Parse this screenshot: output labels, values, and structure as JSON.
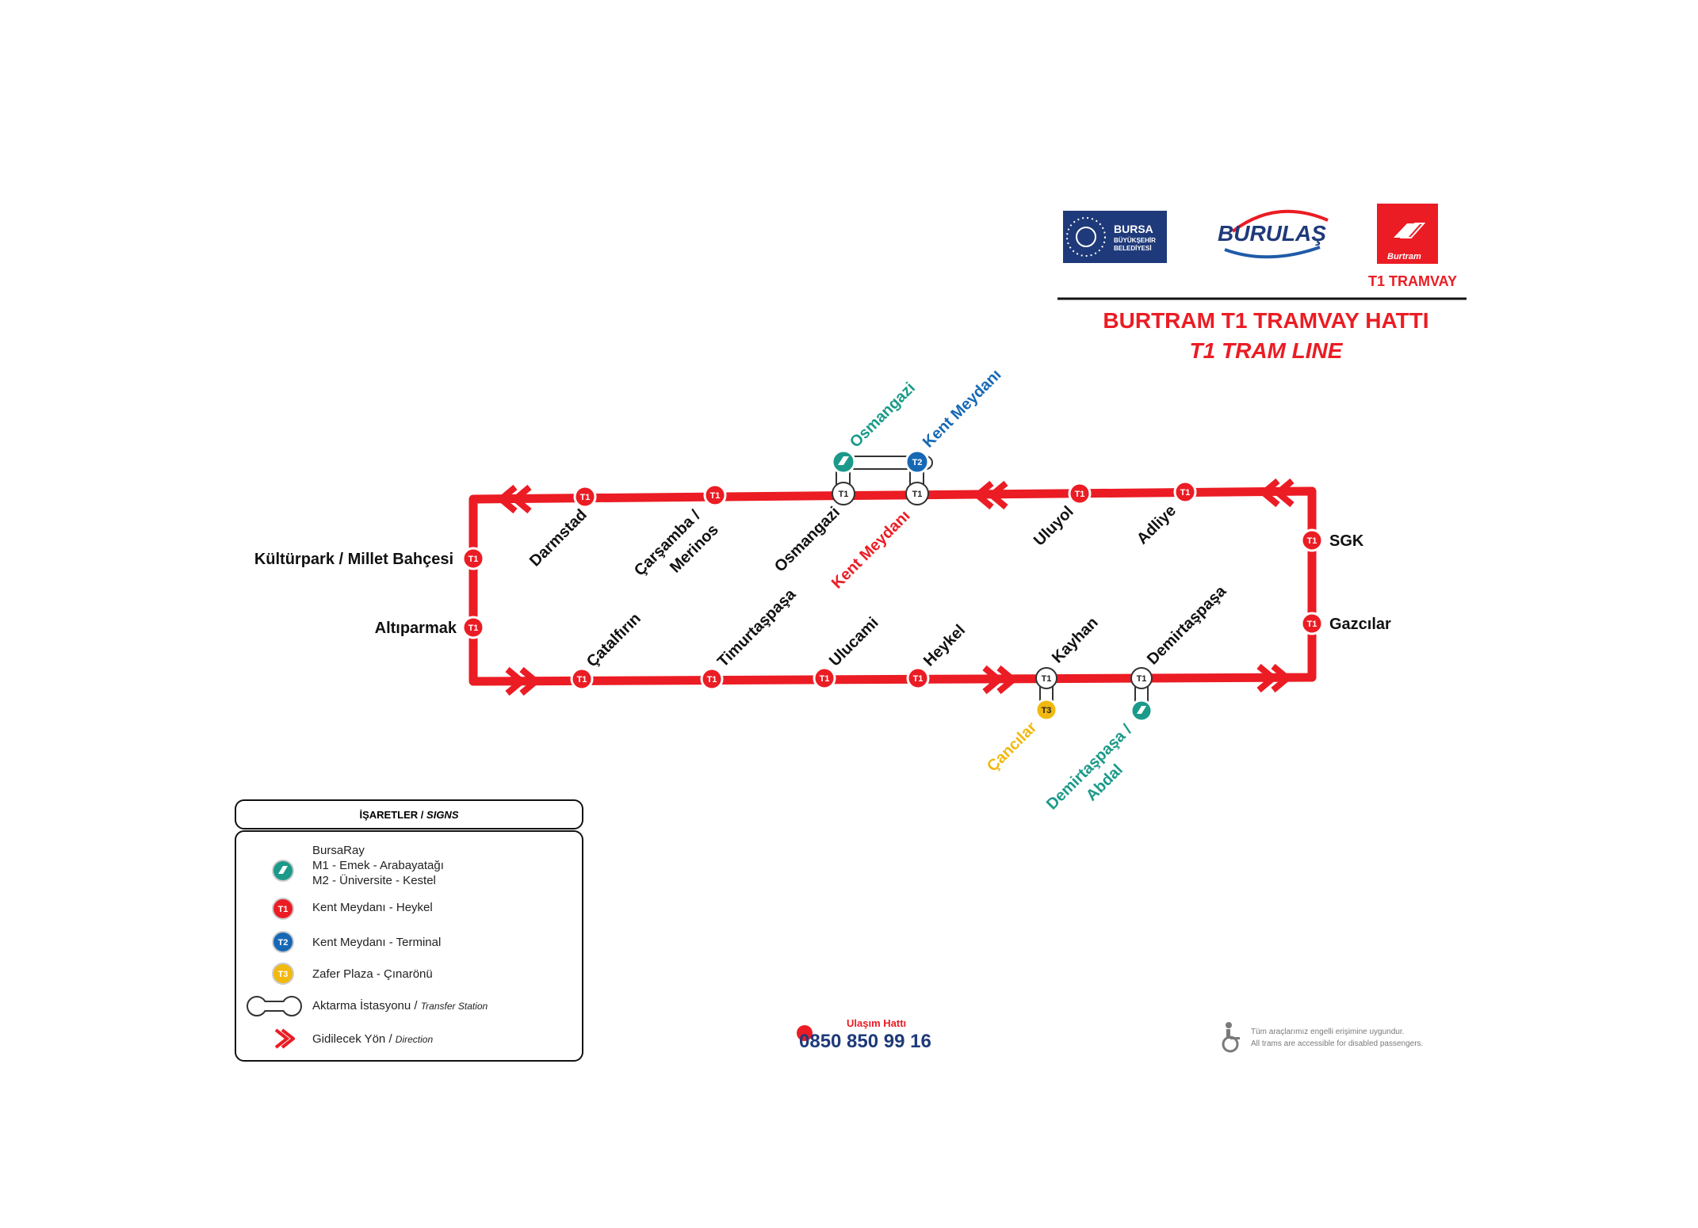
{
  "header": {
    "logo_bursa": "BURSA",
    "logo_bursa_sub1": "BÜYÜKŞEHİR",
    "logo_bursa_sub2": "BELEDİYESİ",
    "logo_burulas": "BURULAŞ",
    "logo_burtram": "Burtram",
    "tram_badge": "T1 TRAMVAY",
    "title": "BURTRAM T1 TRAMVAY HATTI",
    "subtitle": "T1 TRAM LINE"
  },
  "colors": {
    "line_red": "#EB1C24",
    "bursaray_teal": "#1B9A8A",
    "t2_blue": "#1668B5",
    "t3_yellow": "#F1B80F",
    "bursa_navy": "#1F3A7A"
  },
  "stations": {
    "kulturpark": "Kültürpark / Millet Bahçesi",
    "altiparmak": "Altıparmak",
    "darmstad": "Darmstad",
    "carsamba_1": "Çarşamba /",
    "carsamba_2": "Merinos",
    "osmangazi": "Osmangazi",
    "kent_meydani": "Kent Meydanı",
    "uluyol": "Uluyol",
    "adliye": "Adliye",
    "sgk": "SGK",
    "gazcilar": "Gazcılar",
    "catalfirin": "Çatalfırın",
    "timurtaspasa": "Timurtaşpaşa",
    "ulucami": "Ulucami",
    "heykel": "Heykel",
    "kayhan": "Kayhan",
    "demirtaspasa": "Demirtaşpaşa"
  },
  "transfers": {
    "osmangazi_m": "Osmangazi",
    "kent_meydani_t2": "Kent Meydanı",
    "cancilar_t3": "Çancılar",
    "demirtas_abdal_1": "Demirtaşpaşa /",
    "demirtas_abdal_2": "Abdal"
  },
  "badges": {
    "t1": "T1",
    "t2": "T2",
    "t3": "T3"
  },
  "legend": {
    "title": "İŞARETLER /",
    "title_en": "SIGNS",
    "bursaray_1": "BursaRay",
    "bursaray_2": "M1 - Emek - Arabayatağı",
    "bursaray_3": "M2 - Üniversite - Kestel",
    "t1": "Kent Meydanı - Heykel",
    "t2": "Kent Meydanı - Terminal",
    "t3": "Zafer Plaza - Çınarönü",
    "transfer": "Aktarma İstasyonu /",
    "transfer_en": "Transfer Station",
    "direction": "Gidilecek Yön /",
    "direction_en": "Direction"
  },
  "footer": {
    "hotline_label": "Ulaşım Hattı",
    "hotline_number": "0850 850 99 16",
    "access_tr": "Tüm araçlarımız engelli erişimine uygundur.",
    "access_en": "All trams are accessible for disabled passengers."
  }
}
